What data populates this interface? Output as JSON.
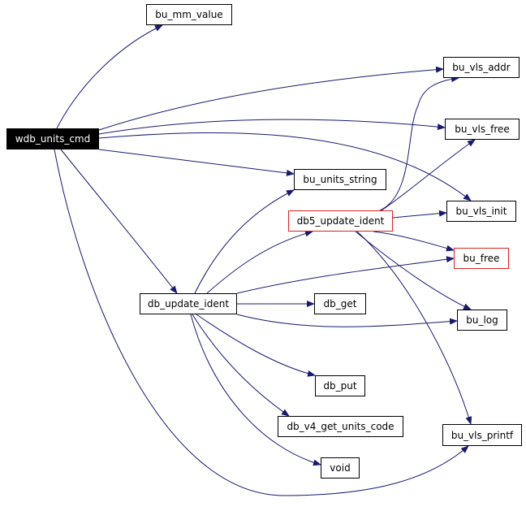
{
  "colors": {
    "edge": "#191970",
    "root_fill": "#000000",
    "root_text": "#ffffff",
    "warn_border": "#e02020"
  },
  "nodes": {
    "wdb_units_cmd": "wdb_units_cmd",
    "bu_mm_value": "bu_mm_value",
    "bu_vls_addr": "bu_vls_addr",
    "bu_vls_free": "bu_vls_free",
    "bu_units_string": "bu_units_string",
    "db5_update_ident": "db5_update_ident",
    "bu_vls_init": "bu_vls_init",
    "bu_free": "bu_free",
    "db_update_ident": "db_update_ident",
    "db_get": "db_get",
    "bu_log": "bu_log",
    "db_put": "db_put",
    "db_v4_get_units_code": "db_v4_get_units_code",
    "bu_vls_printf": "bu_vls_printf",
    "void": "void"
  },
  "edges": [
    [
      "wdb_units_cmd",
      "bu_mm_value"
    ],
    [
      "wdb_units_cmd",
      "bu_vls_addr"
    ],
    [
      "wdb_units_cmd",
      "bu_vls_free"
    ],
    [
      "wdb_units_cmd",
      "bu_units_string"
    ],
    [
      "wdb_units_cmd",
      "bu_vls_init"
    ],
    [
      "wdb_units_cmd",
      "db_update_ident"
    ],
    [
      "wdb_units_cmd",
      "bu_vls_printf"
    ],
    [
      "db_update_ident",
      "bu_units_string"
    ],
    [
      "db_update_ident",
      "db5_update_ident"
    ],
    [
      "db_update_ident",
      "bu_free"
    ],
    [
      "db_update_ident",
      "db_get"
    ],
    [
      "db_update_ident",
      "bu_log"
    ],
    [
      "db_update_ident",
      "db_put"
    ],
    [
      "db_update_ident",
      "db_v4_get_units_code"
    ],
    [
      "db_update_ident",
      "void"
    ],
    [
      "db5_update_ident",
      "bu_vls_addr"
    ],
    [
      "db5_update_ident",
      "bu_vls_free"
    ],
    [
      "db5_update_ident",
      "bu_vls_init"
    ],
    [
      "db5_update_ident",
      "bu_free"
    ],
    [
      "db5_update_ident",
      "bu_log"
    ],
    [
      "db5_update_ident",
      "bu_vls_printf"
    ]
  ]
}
